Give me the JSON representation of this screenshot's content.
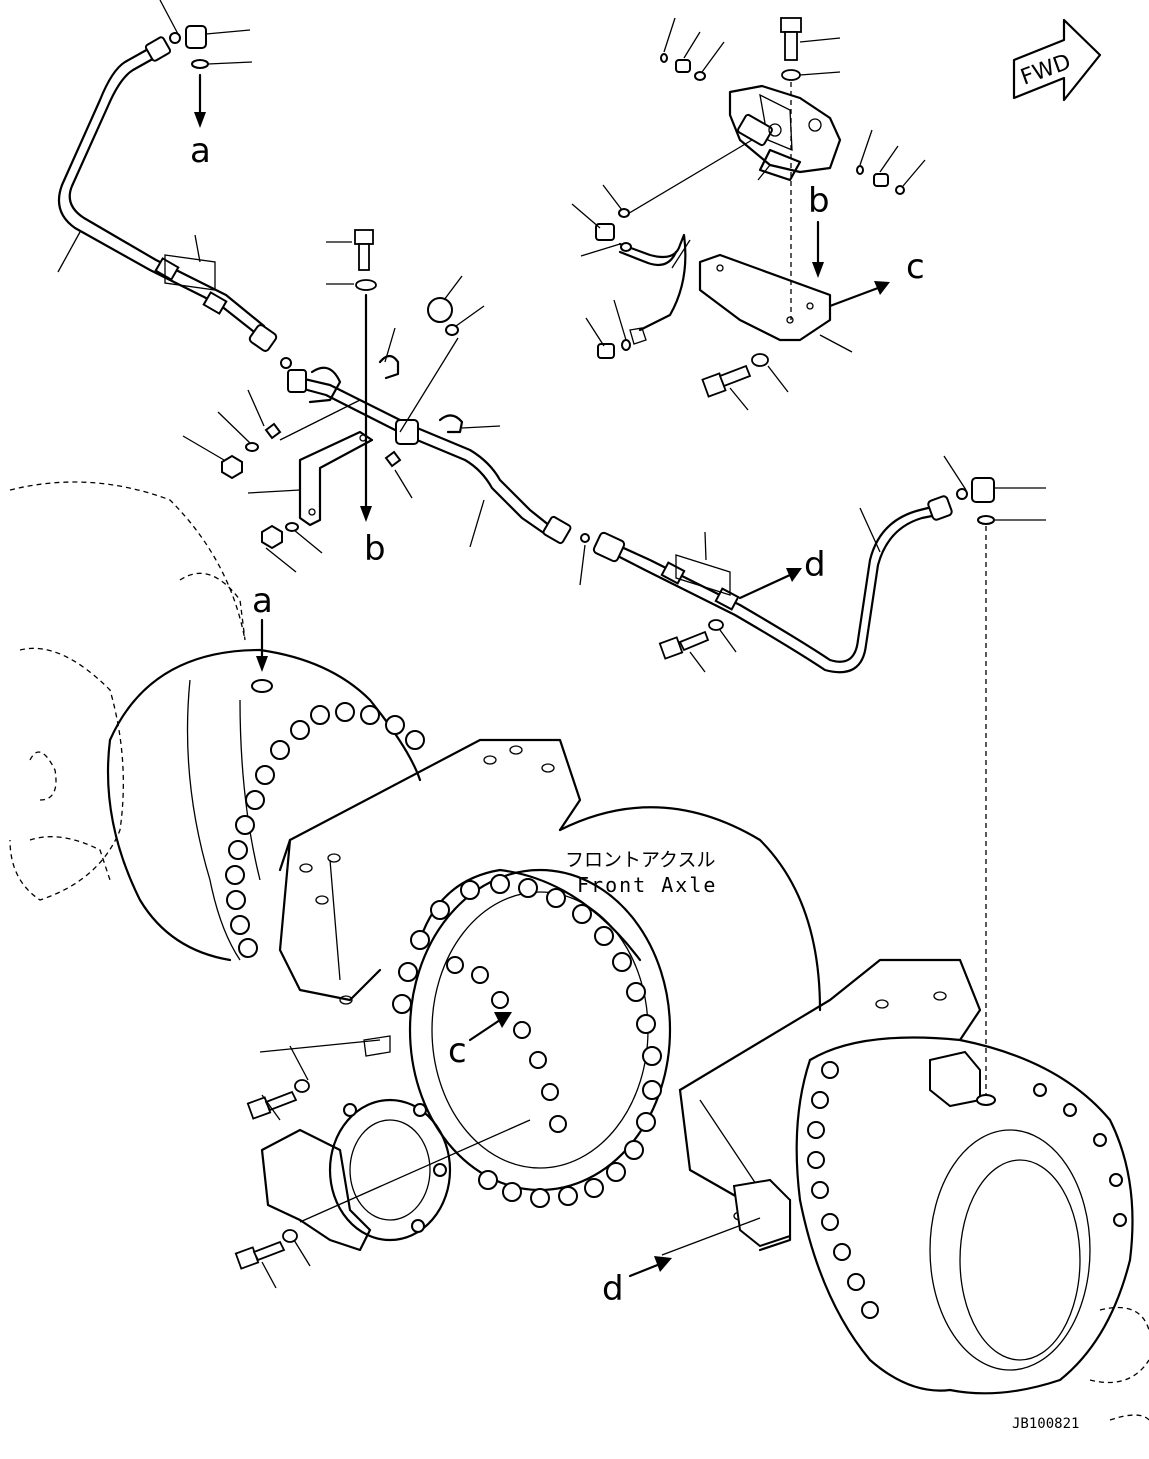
{
  "diagram": {
    "fwd_label": "FWD",
    "axle_label_jp": "フロントアクスル",
    "axle_label_en": "Front Axle",
    "drawing_code": "JB100821",
    "refs": {
      "a": "a",
      "b": "b",
      "c": "c",
      "d": "d"
    }
  }
}
